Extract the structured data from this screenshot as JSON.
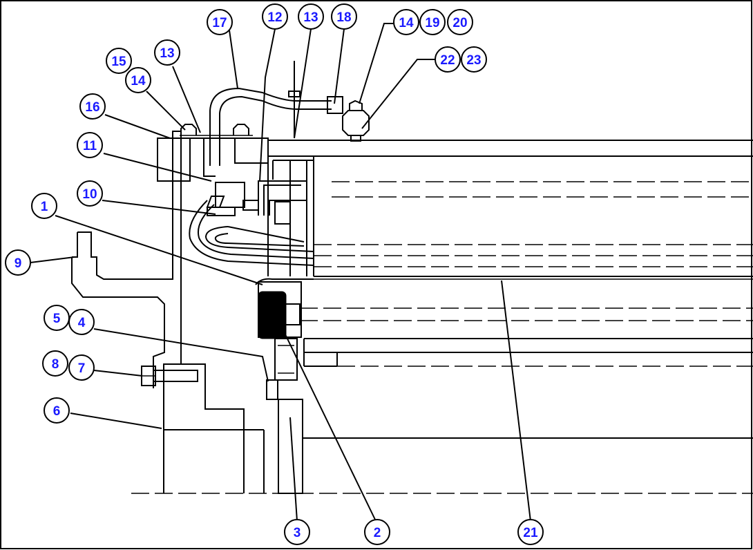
{
  "diagram": {
    "callouts": [
      {
        "id": "callout-1",
        "label": "1"
      },
      {
        "id": "callout-2",
        "label": "2"
      },
      {
        "id": "callout-3",
        "label": "3"
      },
      {
        "id": "callout-4",
        "label": "4"
      },
      {
        "id": "callout-5",
        "label": "5"
      },
      {
        "id": "callout-6",
        "label": "6"
      },
      {
        "id": "callout-7",
        "label": "7"
      },
      {
        "id": "callout-8",
        "label": "8"
      },
      {
        "id": "callout-9",
        "label": "9"
      },
      {
        "id": "callout-10",
        "label": "10"
      },
      {
        "id": "callout-11",
        "label": "11"
      },
      {
        "id": "callout-12",
        "label": "12"
      },
      {
        "id": "callout-13a",
        "label": "13"
      },
      {
        "id": "callout-13b",
        "label": "13"
      },
      {
        "id": "callout-14a",
        "label": "14"
      },
      {
        "id": "callout-14b",
        "label": "14"
      },
      {
        "id": "callout-15",
        "label": "15"
      },
      {
        "id": "callout-16",
        "label": "16"
      },
      {
        "id": "callout-17",
        "label": "17"
      },
      {
        "id": "callout-18",
        "label": "18"
      },
      {
        "id": "callout-19",
        "label": "19"
      },
      {
        "id": "callout-20",
        "label": "20"
      },
      {
        "id": "callout-21",
        "label": "21"
      },
      {
        "id": "callout-22",
        "label": "22"
      },
      {
        "id": "callout-23",
        "label": "23"
      }
    ],
    "colors": {
      "callout_text": "#1a1aff",
      "line": "#000000",
      "background": "#ffffff"
    }
  }
}
